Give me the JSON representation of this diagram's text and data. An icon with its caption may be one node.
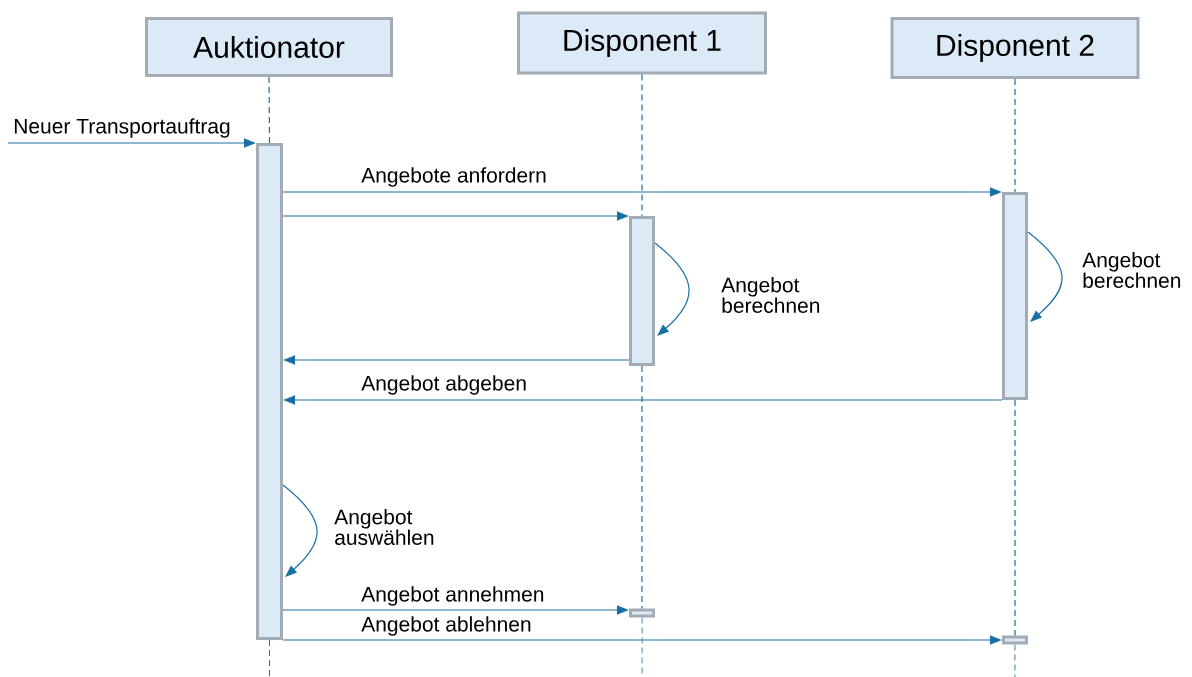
{
  "diagram": {
    "nodes": [
      {
        "text": [
          "Auktionator"
        ]
      },
      {
        "text": [
          "Disponent 1"
        ]
      },
      {
        "text": [
          "Disponent 2"
        ]
      },
      {
        "text": [],
        "shape": "bar"
      },
      {
        "text": [],
        "shape": "bar"
      },
      {
        "text": [],
        "shape": "bar"
      },
      {
        "text": [],
        "shape": "bar"
      },
      {
        "text": [],
        "shape": "bar"
      }
    ],
    "edges": [
      {
        "from": 0,
        "to": 3,
        "arrow": "none",
        "style": "dashed"
      },
      {
        "from": 1,
        "to": 4,
        "arrow": "none",
        "style": "dashed"
      },
      {
        "from": 4,
        "to": 6,
        "arrow": "none",
        "style": "dashed"
      },
      {
        "from": 2,
        "to": 5,
        "arrow": "none",
        "style": "dashed"
      },
      {
        "from": 5,
        "to": 7,
        "arrow": "none",
        "style": "dashed"
      },
      {
        "from": null,
        "to": 3,
        "arrow": "to",
        "label": "Neuer Transportauftrag"
      },
      {
        "from": 3,
        "to": 5,
        "arrow": "to",
        "label": "Angebote anfordern"
      },
      {
        "from": 3,
        "to": 4,
        "arrow": "to"
      },
      {
        "from": 4,
        "to": 4,
        "arrow": "to",
        "label": "Angebot berechnen"
      },
      {
        "from": 5,
        "to": 5,
        "arrow": "to",
        "label": "Angebot berechnen"
      },
      {
        "from": 5,
        "to": 3,
        "arrow": "to",
        "label": "Angebot abgeben"
      },
      {
        "from": 4,
        "to": 3,
        "arrow": "to"
      },
      {
        "from": 3,
        "to": 3,
        "arrow": "to",
        "label": "Angebot auswählen"
      },
      {
        "from": 3,
        "to": 6,
        "arrow": "to",
        "label": "Angebot annehmen"
      },
      {
        "from": 3,
        "to": 7,
        "arrow": "to",
        "label": "Angebot ablehnen"
      }
    ]
  }
}
